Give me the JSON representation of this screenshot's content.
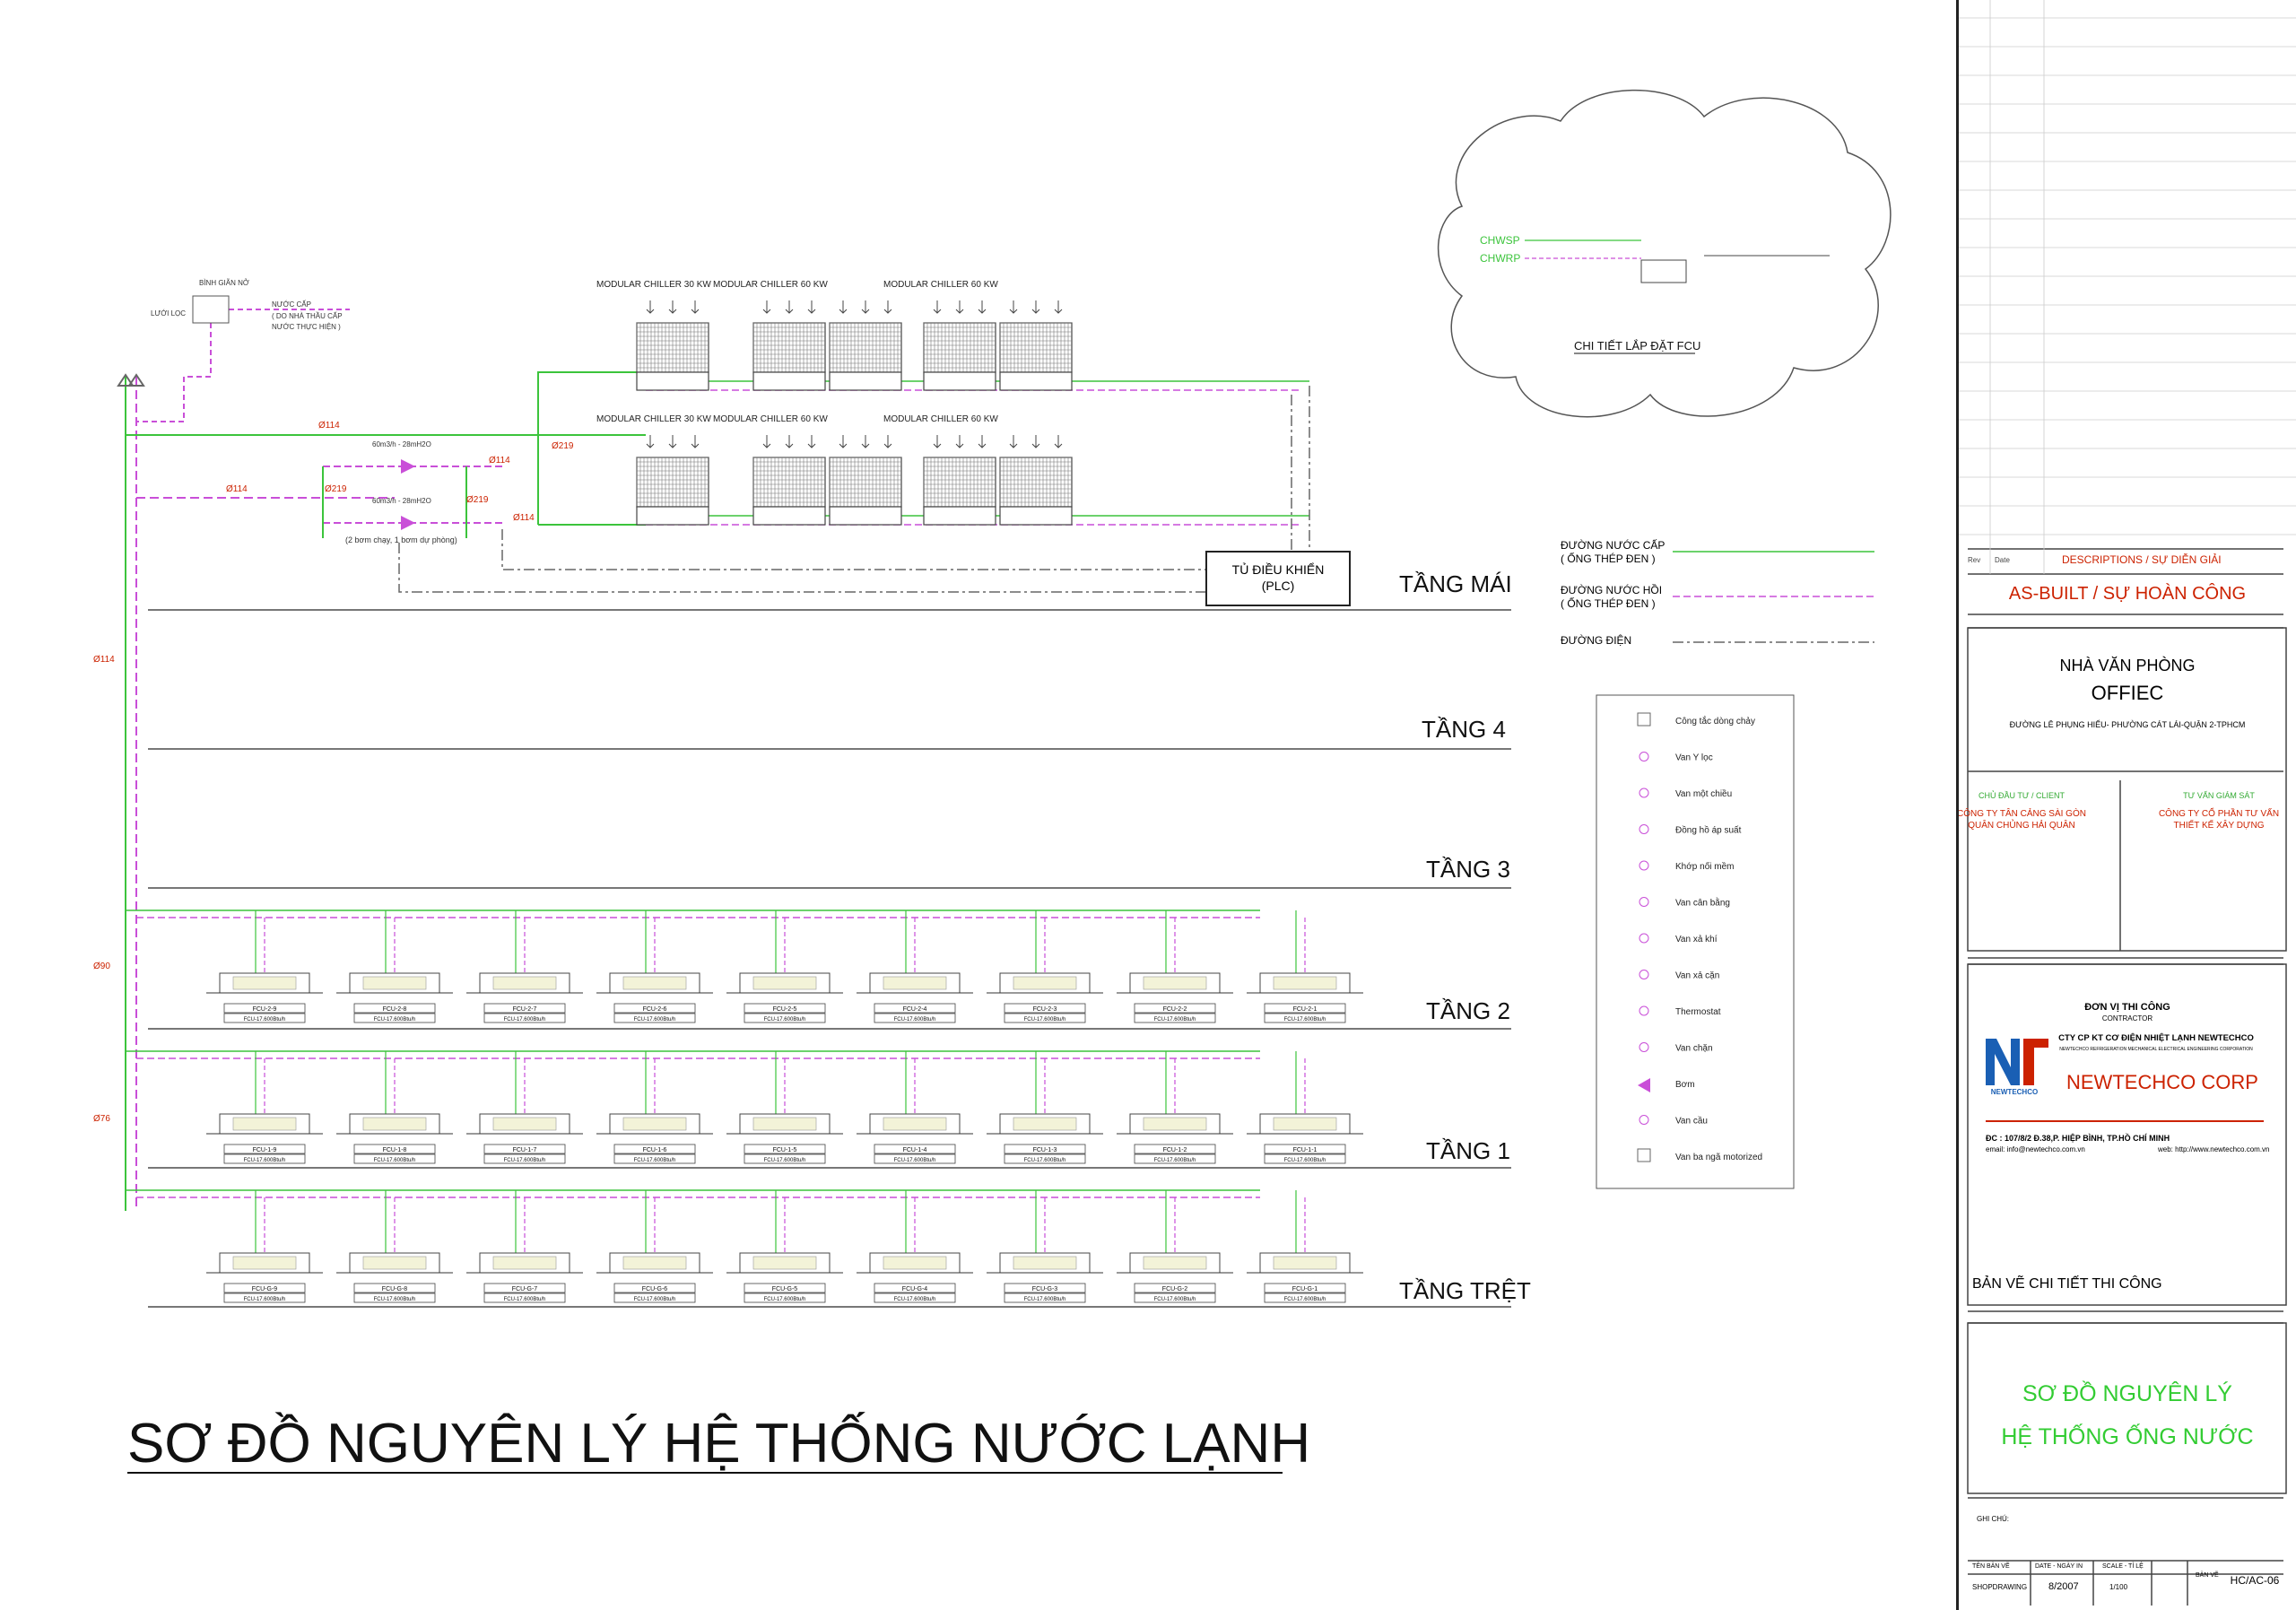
{
  "floors": [
    {
      "key": "mai",
      "label": "TẦNG MÁI"
    },
    {
      "key": "t4",
      "label": "TẦNG 4"
    },
    {
      "key": "t3",
      "label": "TẦNG 3"
    },
    {
      "key": "t2",
      "label": "TẦNG 2"
    },
    {
      "key": "t1",
      "label": "TẦNG 1"
    },
    {
      "key": "tret",
      "label": "TẦNG TRỆT"
    }
  ],
  "main_title": "SƠ ĐỒ NGUYÊN LÝ HỆ THỐNG NƯỚC LẠNH",
  "chillers": {
    "top": [
      "MODULAR CHILLER 30 KW",
      "MODULAR CHILLER 60 KW",
      "MODULAR CHILLER 60 KW"
    ],
    "bottom": [
      "MODULAR CHILLER 30 KW",
      "MODULAR CHILLER 60 KW",
      "MODULAR CHILLER 60 KW"
    ]
  },
  "control_panel": {
    "line1": "TỦ ĐIỀU KHIỂN",
    "line2": "(PLC)"
  },
  "pipe_sizes": {
    "d114": "Ø114",
    "d219": "Ø219",
    "d90": "Ø90",
    "d76": "Ø76"
  },
  "pump_note": "(2 bơm chạy, 1 bơm dự phòng)",
  "tank": {
    "label": "BÌNH GIÃN NỞ",
    "filter": "LƯỚI LỌC",
    "supply": "NƯỚC CẤP",
    "supply_note1": "( DO NHÀ THẦU CẤP",
    "supply_note2": "NƯỚC THỰC HIỆN )"
  },
  "fcu_detail": {
    "title": "CHI TIẾT LẮP ĐẶT FCU",
    "chwsp": "CHWSP",
    "chwrp": "CHWRP"
  },
  "line_legend": [
    {
      "line1": "ĐƯỜNG NƯỚC CẤP",
      "line2": "( ỐNG THÉP ĐEN )",
      "style": "solid"
    },
    {
      "line1": "ĐƯỜNG NƯỚC HỒI",
      "line2": "( ỐNG THÉP ĐEN )",
      "style": "dashed"
    },
    {
      "line1": "ĐƯỜNG ĐIỆN",
      "line2": "",
      "style": "dashdot"
    }
  ],
  "symbol_legend": [
    "Công tắc dòng chảy",
    "Van Y lọc",
    "Van một chiều",
    "Đồng hồ áp suất",
    "Khớp nối mềm",
    "Van cân bằng",
    "Van xả khí",
    "Van xả cặn",
    "Thermostat",
    "Van chặn",
    "Bơm",
    "Van cầu",
    "Van ba ngã motorized"
  ],
  "fcu_rows": {
    "t2": [
      "FCU-2-9",
      "FCU-2-8",
      "FCU-2-7",
      "FCU-2-6",
      "FCU-2-5",
      "FCU-2-4",
      "FCU-2-3",
      "FCU-2-2",
      "FCU-2-1"
    ],
    "t1": [
      "FCU-1-9",
      "FCU-1-8",
      "FCU-1-7",
      "FCU-1-6",
      "FCU-1-5",
      "FCU-1-4",
      "FCU-1-3",
      "FCU-1-2",
      "FCU-1-1"
    ],
    "tret": [
      "FCU-G-9",
      "FCU-G-8",
      "FCU-G-7",
      "FCU-G-6",
      "FCU-G-5",
      "FCU-G-4",
      "FCU-G-3",
      "FCU-G-2",
      "FCU-G-1"
    ]
  },
  "fcu_spec": "FCU-17.600Btu/h",
  "titleblock": {
    "rev_col1": "Rev",
    "rev_col2": "Date",
    "descriptions": "DESCRIPTIONS  /  SỰ DIỄN GIẢI",
    "asbuilt": "AS-BUILT /  SỰ HOÀN CÔNG",
    "project1": "NHÀ VĂN PHÒNG",
    "project2": "OFFIEC",
    "address": "ĐƯỜNG LÊ PHỤNG HIỂU- PHƯỜNG CÁT LÁI-QUẬN 2-TPHCM",
    "client_head": "CHỦ ĐẦU TƯ / CLIENT",
    "client1": "CÔNG TY TÂN CẢNG SÀI GÒN",
    "client2": "QUÂN CHỦNG HẢI QUÂN",
    "consult_head": "TƯ VẤN GIÁM SÁT",
    "consult1": "CÔNG TY CỔ PHẦN TƯ VẤN",
    "consult2": "THIẾT KẾ XÂY DỰNG",
    "contractor_head": "ĐƠN VỊ THI CÔNG",
    "contractor_sub": "CONTRACTOR",
    "company": "CTY CP KT CƠ ĐIỆN NHIỆT LẠNH NEWTECHCO",
    "company_en": "NEWTECHCO REFRIGERATION MECHANICAL ELECTRICAL ENGINEERING CORPORATION",
    "logo_text": "NEWTECHCO",
    "corp": "NEWTECHCO CORP",
    "addr": "ĐC : 107/8/2 Đ.38,P. HIỆP BÌNH,  TP.HỒ CHÍ MINH",
    "email": "email: info@newtechco.com.vn",
    "web": "web: http://www.newtechco.com.vn",
    "drawing_type": "BẢN VẼ CHI TIẾT THI CÔNG",
    "drawing_title1": "SƠ ĐỒ NGUYÊN LÝ",
    "drawing_title2": "HỆ THỐNG ỐNG NƯỚC",
    "notes_head": "GHI CHÚ:",
    "sheet_label": "TÊN BẢN VẼ",
    "date_label": "DATE - NGÀY IN",
    "scale_label": "SCALE - TỈ LỆ",
    "sheet_val": "SHOPDRAWING",
    "date_val": "8/2007",
    "scale_val": "1/100",
    "dwg_label": "BẢN VẼ",
    "dwg_no": "HC/AC-06"
  },
  "colors": {
    "supply": "#3cc43c",
    "return": "#c94fd8",
    "control": "#666666",
    "accent": "#cc2200",
    "title_green": "#33cc33",
    "logo_blue": "#1a5fb4"
  }
}
